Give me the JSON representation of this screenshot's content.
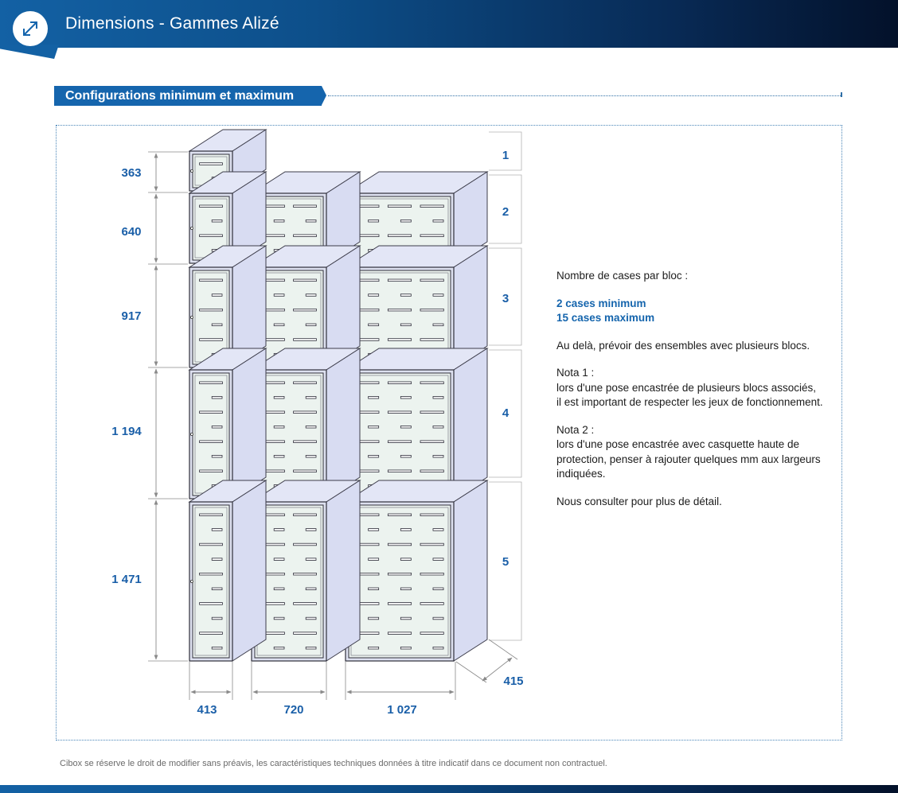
{
  "header": {
    "title": "Dimensions - Gammes Alizé",
    "icon": "resize-diagonal-icon"
  },
  "section": {
    "title": "Configurations minimum  et maximum"
  },
  "diagram": {
    "heights": [
      "363",
      "640",
      "917",
      "1 194",
      "1 471"
    ],
    "widths": [
      "413",
      "720",
      "1 027"
    ],
    "depth": "415",
    "row_labels": [
      "1",
      "2",
      "3",
      "4",
      "5"
    ]
  },
  "notes": {
    "intro": "Nombre de cases par bloc :",
    "min": "2 cases minimum",
    "max": "15 cases maximum",
    "beyond": "Au delà, prévoir des ensembles avec plusieurs blocs.",
    "nota1_title": "Nota 1 :",
    "nota1_line1": "lors d'une pose encastrée de plusieurs blocs associés,",
    "nota1_line2": "il est important de respecter les jeux de fonctionnement.",
    "nota2_title": "Nota 2 :",
    "nota2_line1": "lors d'une pose encastrée avec casquette haute de",
    "nota2_line2": "protection, penser à rajouter quelques mm aux largeurs",
    "nota2_line3": "indiquées.",
    "consult": "Nous consulter pour plus de détail."
  },
  "footer": {
    "disclaimer": "Cibox se réserve le droit de modifier sans préavis, les caractéristiques techniques données à titre indicatif dans ce document non contractuel."
  },
  "colors": {
    "brand_blue": "#1565ad",
    "box_side": "#d8dcf2",
    "box_front": "#ecf3ef"
  }
}
